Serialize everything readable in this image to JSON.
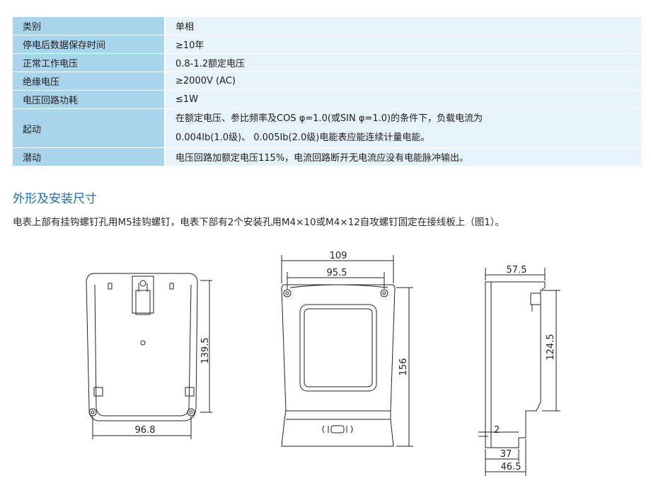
{
  "spec_table": {
    "rows": [
      {
        "label": "类别",
        "value": [
          "单相"
        ]
      },
      {
        "label": "停电后数据保存时间",
        "value": [
          "≥10年"
        ]
      },
      {
        "label": "正常工作电压",
        "value": [
          "0.8-1.2额定电压"
        ]
      },
      {
        "label": "绝缘电压",
        "value": [
          "≥2000V (AC)"
        ]
      },
      {
        "label": "电压回路功耗",
        "value": [
          "≤1W"
        ]
      },
      {
        "label": "起动",
        "value": [
          "在额定电压、参比频率及COS φ=1.0(或SIN φ=1.0)的条件下，负载电流为",
          "0.004Ib(1.0级)、 0.005Ib(2.0级)电能表应能连续计量电能。"
        ]
      },
      {
        "label": "潜动",
        "value": [
          "电压回路加额定电压115%，电流回路断开无电流应没有电能脉冲输出。"
        ]
      }
    ]
  },
  "section": {
    "title": "外形及安装尺寸",
    "intro": "电表上部有挂钩螺钉孔用M5挂钩螺钉，电表下部有2个安装孔用M4×10或M4×12自攻螺钉固定在接线板上（图1）。"
  },
  "drawing": {
    "back": {
      "width": "96.8",
      "height": "139.5"
    },
    "front": {
      "overall_width": "109",
      "inner_width": "95.5",
      "height": "156"
    },
    "side": {
      "top_width": "57.5",
      "height": "124.5",
      "small": "2",
      "bottom_a": "37",
      "bottom_b": "46.5"
    }
  }
}
